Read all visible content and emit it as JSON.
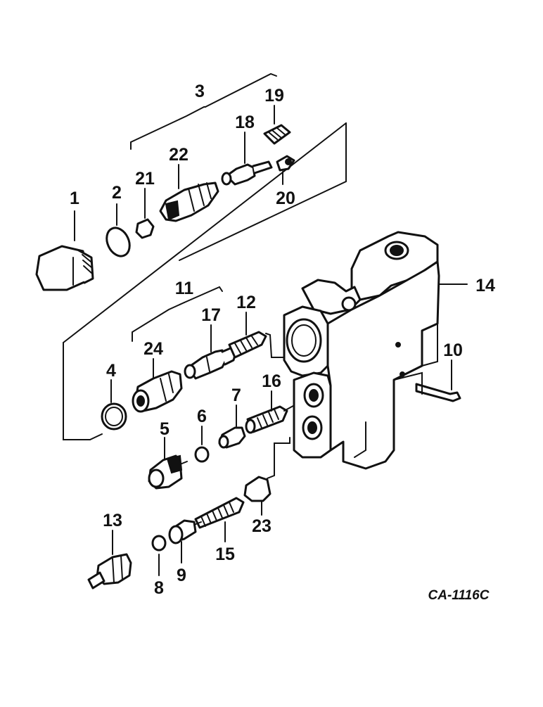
{
  "callouts": {
    "c1": "1",
    "c2": "2",
    "c3": "3",
    "c4": "4",
    "c5": "5",
    "c6": "6",
    "c7": "7",
    "c8": "8",
    "c9": "9",
    "c10": "10",
    "c11": "11",
    "c12": "12",
    "c13": "13",
    "c14": "14",
    "c15": "15",
    "c16": "16",
    "c17": "17",
    "c18": "18",
    "c19": "19",
    "c20": "20",
    "c21": "21",
    "c22": "22",
    "c23": "23",
    "c24": "24"
  },
  "drawing_code": "CA-1116C"
}
